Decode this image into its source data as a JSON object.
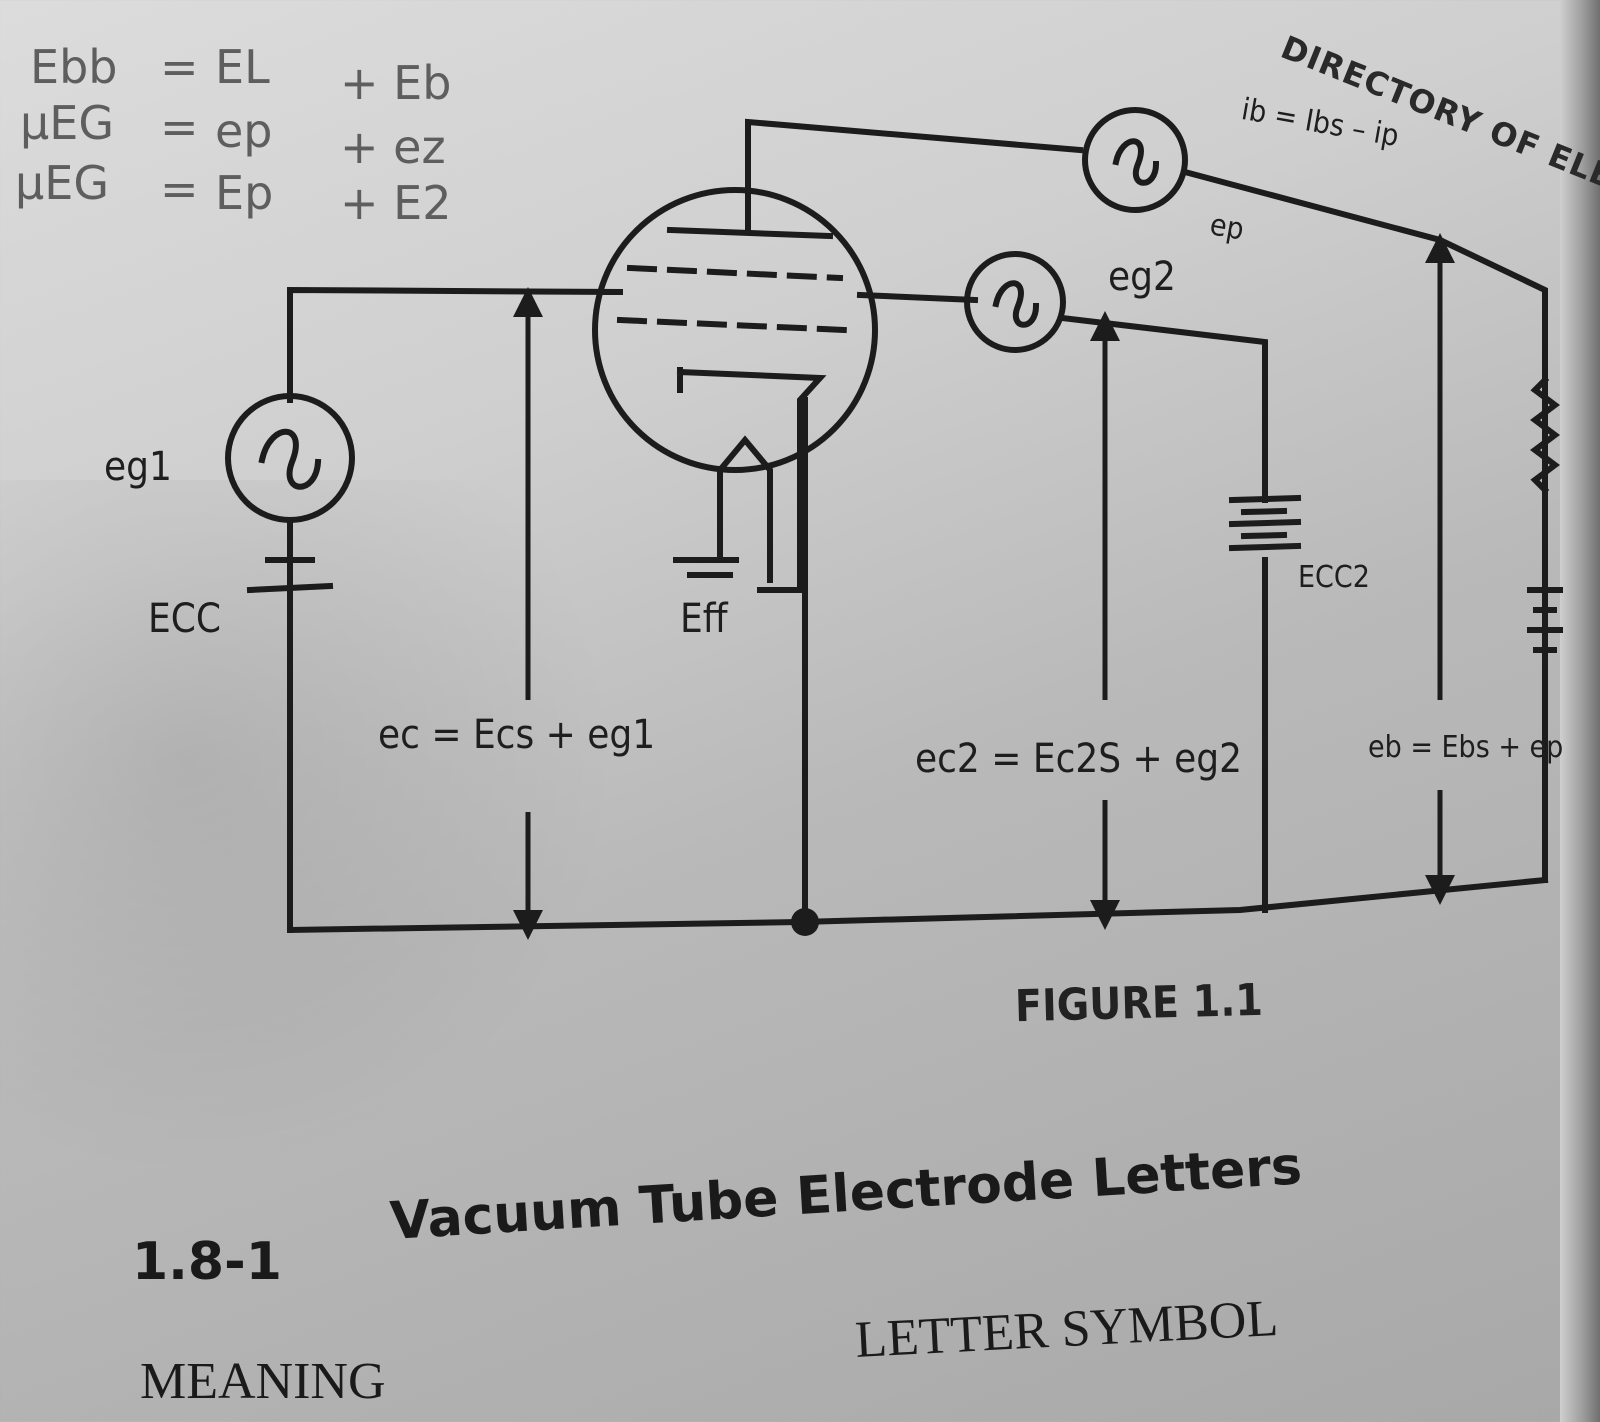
{
  "running_head": "DIRECTORY OF ELECTRON",
  "equations": [
    {
      "lhs": "Ebb",
      "eq": "=",
      "term1": "EL",
      "term2": "+ Eb"
    },
    {
      "lhs": "μEG",
      "eq": "=",
      "term1": "ep",
      "term2": "+ ez"
    },
    {
      "lhs": "μEG",
      "eq": "=",
      "term1": "Ep",
      "term2": "+ E2"
    }
  ],
  "circuit_labels": {
    "eg1": "eg1",
    "ecc": "ECC",
    "eff": "Eff",
    "eg2": "eg2",
    "ep": "ep",
    "ecc2": "ECC2",
    "ib": "ib = Ibs – ip",
    "ec": "ec = Ecs + eg1",
    "ec2": "ec2 = Ec2S + eg2",
    "eb": "eb = Ebs + ep"
  },
  "figure_caption": "FIGURE 1.1",
  "section": {
    "number": "1.8-1",
    "title": "Vacuum Tube Electrode Letters"
  },
  "table_headers": {
    "meaning": "MEANING",
    "letter_symbol": "LETTER SYMBOL"
  },
  "colors": {
    "ink": "#1c1c1c",
    "faded_ink": "#5e5e5e",
    "paper": "#d6d6d6"
  }
}
